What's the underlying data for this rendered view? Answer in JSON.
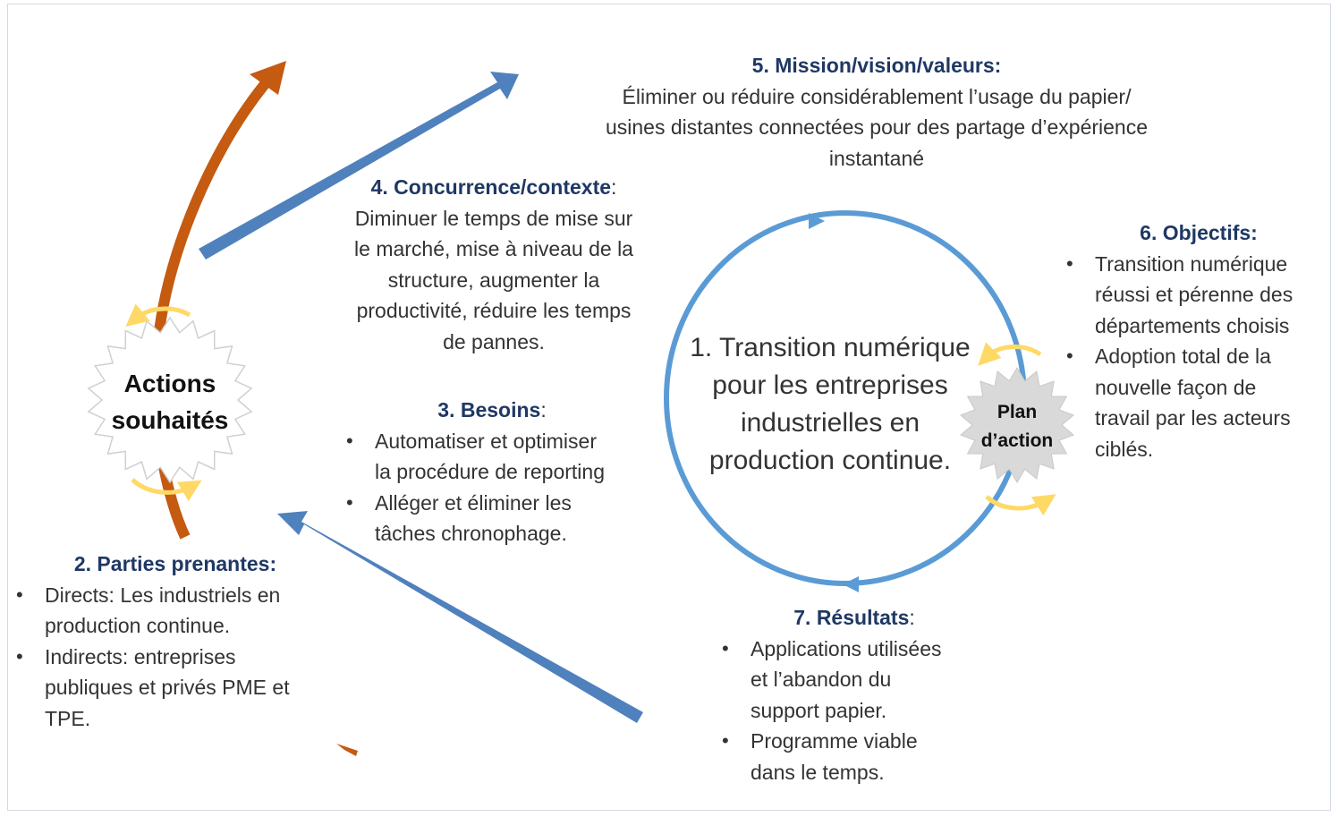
{
  "core": {
    "lines": [
      "1. Transition numérique",
      "pour les entreprises",
      "industrielles en",
      "production continue."
    ]
  },
  "actions": {
    "lines": [
      "Actions",
      "souhaités"
    ]
  },
  "plan": {
    "lines": [
      "Plan",
      "d’action"
    ]
  },
  "mission": {
    "heading": "5. Mission/vision/valeurs:",
    "lines": [
      "Éliminer ou réduire considérablement l’usage du papier/",
      "usines distantes connectées pour des partage d’expérience",
      "instantané"
    ]
  },
  "concurrence": {
    "heading": "4. Concurrence/contexte",
    "colon": ":",
    "lines": [
      "Diminuer le temps de mise sur",
      "le marché, mise à niveau de la",
      "structure, augmenter la",
      "productivité, réduire les temps",
      "de pannes."
    ]
  },
  "besoins": {
    "heading": "3. Besoins",
    "colon": ":",
    "items": [
      [
        "Automatiser et optimiser",
        "la procédure de reporting"
      ],
      [
        "Alléger et éliminer les",
        "tâches chronophage."
      ]
    ]
  },
  "parties": {
    "heading": "2. Parties prenantes:",
    "items": [
      [
        "Directs: Les industriels en",
        "production continue."
      ],
      [
        "Indirects: entreprises",
        "publiques et privés PME et",
        "TPE."
      ]
    ]
  },
  "objectifs": {
    "heading": "6. Objectifs:",
    "items": [
      [
        "Transition numérique",
        "réussi et pérenne des",
        "départements choisis"
      ],
      [
        "Adoption total de la",
        "nouvelle façon de",
        "travail par les acteurs",
        "ciblés."
      ]
    ]
  },
  "resultats": {
    "heading": "7. Résultats",
    "colon": ":",
    "items": [
      [
        "Applications utilisées",
        "et l’abandon du",
        "support papier."
      ],
      [
        "Programme viable",
        "dans le temps."
      ]
    ]
  },
  "colors": {
    "blue_arrow": "#4f81bd",
    "orange_arrow": "#c55a11",
    "cycle": "#5b9bd5",
    "yellow": "#ffd966",
    "heading": "#1f3864",
    "plan_star": "#d9d9d9"
  }
}
